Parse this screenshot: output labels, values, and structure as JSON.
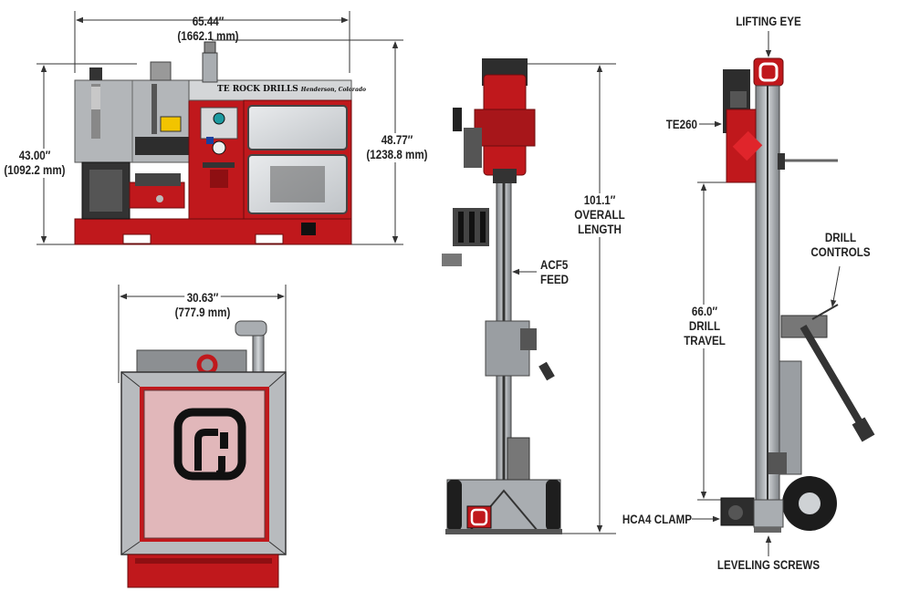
{
  "top_view": {
    "width_in": "65.44″",
    "width_mm": "(1662.1 mm)",
    "height_in": "43.00″",
    "height_mm": "(1092.2 mm)",
    "overall_height_in": "48.77″",
    "overall_height_mm": "(1238.8 mm)",
    "plate_brand": "TE ROCK DRILLS",
    "plate_location": "Henderson, Colorado"
  },
  "front_view": {
    "width_in": "30.63″",
    "width_mm": "(777.9 mm)"
  },
  "feed_view": {
    "length_line1": "101.1″",
    "length_line2": "OVERALL",
    "length_line3": "LENGTH",
    "feed_line1": "ACF5",
    "feed_line2": "FEED"
  },
  "side_view": {
    "lifting_eye": "LIFTING EYE",
    "drill_model": "TE260",
    "controls_line1": "DRILL",
    "controls_line2": "CONTROLS",
    "travel_line1": "66.0″",
    "travel_line2": "DRILL",
    "travel_line3": "TRAVEL",
    "clamp": "HCA4 CLAMP",
    "leveling": "LEVELING SCREWS"
  },
  "colors": {
    "red": "#c0181c",
    "dark_red": "#8e0f12",
    "steel": "#a9adb1",
    "dark": "#2a2a2a",
    "dim_line": "#333333"
  }
}
